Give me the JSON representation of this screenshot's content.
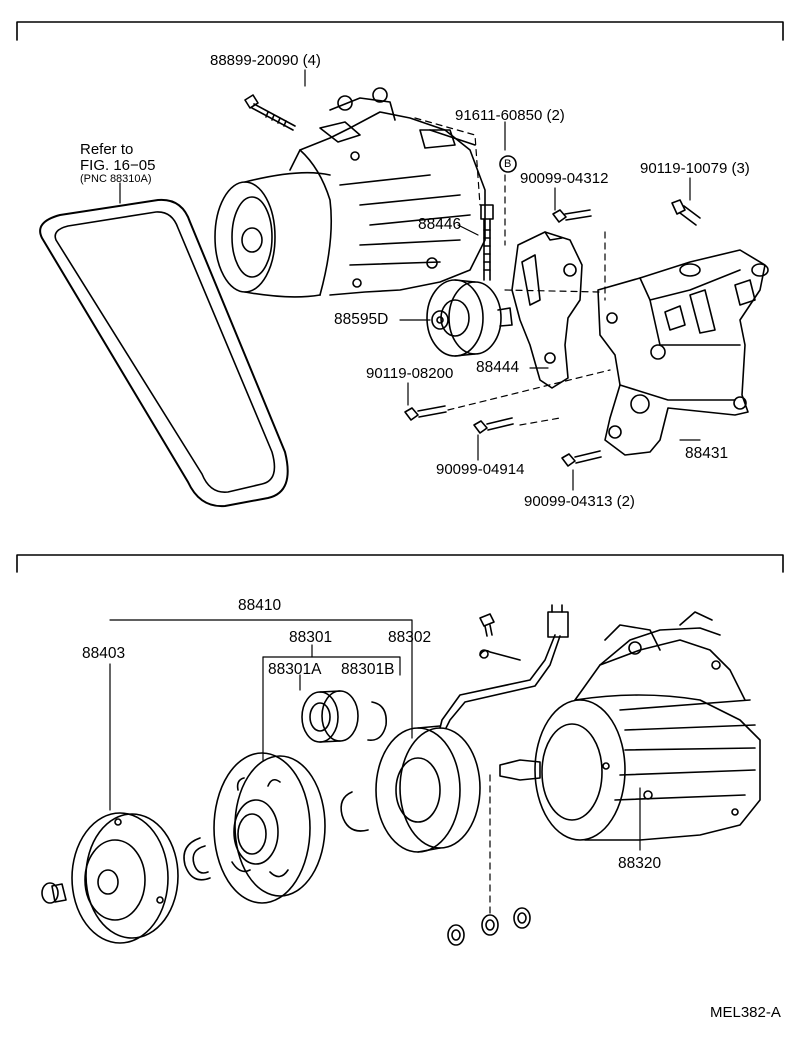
{
  "top_panel": {
    "refer_line1": "Refer to",
    "refer_line2": "FIG. 16−05",
    "refer_line3": "(PNC 88310A)",
    "bolt_top": "88899-20090 (4)",
    "stud": "91611-60850 (2)",
    "marker": "B",
    "bolt_bracket": "90099-04312",
    "bolt_right": "90119-10079 (3)",
    "bracket_part": "88446",
    "idler_pulley": "88595D",
    "bracket_adjust": "88444",
    "bolt_lower_left": "90119-08200",
    "bolt_lower_mid": "90099-04914",
    "bolt_lower_right": "90099-04313 (2)",
    "main_bracket": "88431"
  },
  "bottom_panel": {
    "clutch_assy": "88410",
    "hub": "88403",
    "pulley_group": "88301",
    "stator": "88302",
    "bearing": "88301A",
    "snap_ring": "88301B",
    "compressor": "88320"
  },
  "footer": {
    "ref_code": "MEL382-A"
  }
}
